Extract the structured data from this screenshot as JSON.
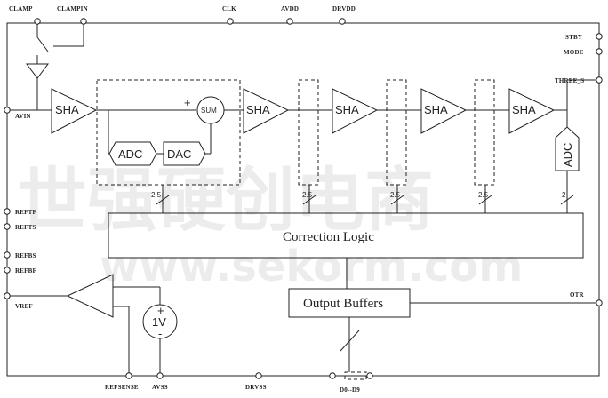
{
  "pins": {
    "clamp": "CLAMP",
    "clampin": "CLAMPIN",
    "clk": "CLK",
    "avdd": "AVDD",
    "drvdd": "DRVDD",
    "stby": "STBY",
    "mode": "MODE",
    "thresh": "THREE_S",
    "ain": "AVIN",
    "reft_f": "REFTF",
    "reft_s": "REFTS",
    "refb_s": "REFBS",
    "refb_f": "REFBF",
    "vref": "VREF",
    "otr": "OTR",
    "refsense": "REFSENSE",
    "avss": "AVSS",
    "drvss": "DRVSS",
    "data_out": "D0--D9"
  },
  "blocks": {
    "sha": "SHA",
    "adc": "ADC",
    "dac": "DAC",
    "sum": "SUM",
    "correction": "Correction Logic",
    "buffers": "Output Buffers",
    "ref_voltage": "1V"
  },
  "signs": {
    "plus": "+",
    "minus": "-"
  },
  "bus_widths": {
    "stage1": "2.5",
    "stage2": "2.5",
    "stage3": "2.5",
    "stage4": "2.5",
    "stage5": "2"
  },
  "watermark": {
    "cn": "世强硬创电商",
    "url": "www.sekorm.com"
  }
}
